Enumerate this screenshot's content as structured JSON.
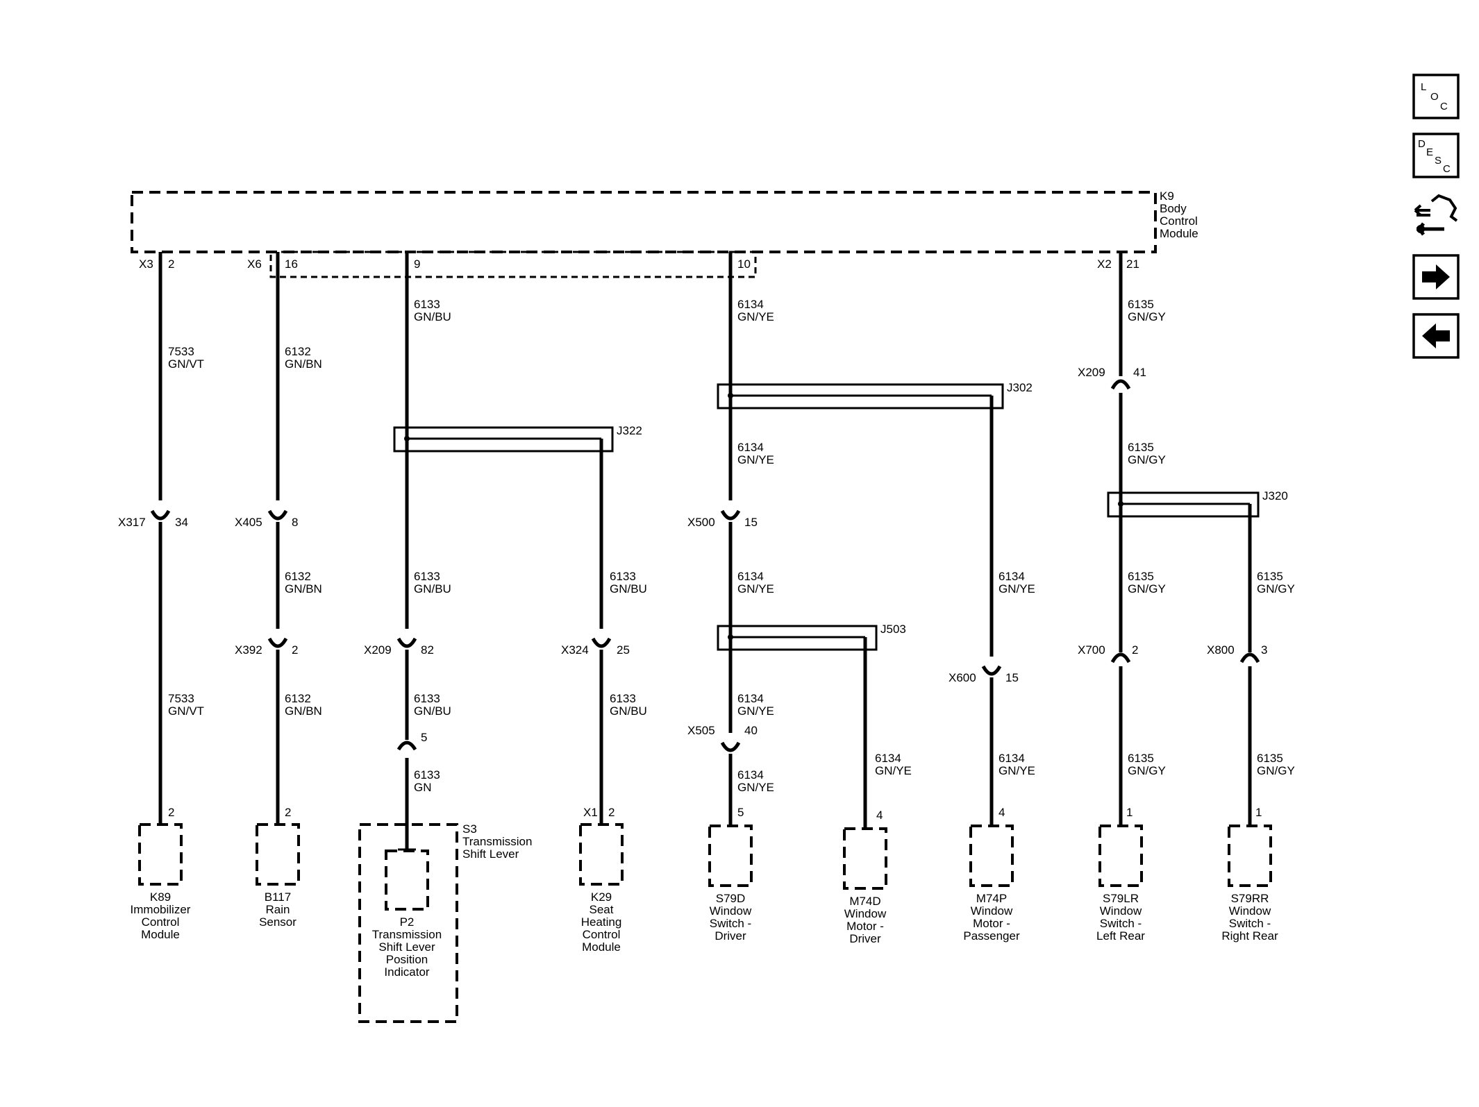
{
  "nav": {
    "loc": [
      "L",
      "O",
      "C"
    ],
    "desc": [
      "D",
      "E",
      "S",
      "C"
    ]
  },
  "module": {
    "id": "K9",
    "name": [
      "Body",
      "Control",
      "Module"
    ]
  },
  "pins": {
    "k9_x3_conn": "X3",
    "k9_x3_pin": "2",
    "k9_x6_conn": "X6",
    "k9_x6_pin": "16",
    "k9_pin9": "9",
    "k9_pin10": "10",
    "k9_x2_conn": "X2",
    "k9_x2_pin": "21"
  },
  "wires": {
    "w7533": [
      "7533",
      "GN/VT"
    ],
    "w6132": [
      "6132",
      "GN/BN"
    ],
    "w6133": [
      "6133",
      "GN/BU"
    ],
    "w6133gn": [
      "6133",
      "GN"
    ],
    "w6134": [
      "6134",
      "GN/YE"
    ],
    "w6135": [
      "6135",
      "GN/GY"
    ]
  },
  "splices": {
    "j322": "J322",
    "j302": "J302",
    "j503": "J503",
    "j320": "J320"
  },
  "inline": {
    "x317": "X317",
    "x317_pin": "34",
    "x405": "X405",
    "x405_pin": "8",
    "x392": "X392",
    "x392_pin": "2",
    "x209a": "X209",
    "x209a_pin": "82",
    "s3_pin": "5",
    "x324": "X324",
    "x324_pin": "25",
    "x500": "X500",
    "x500_pin": "15",
    "x505": "X505",
    "x505_pin": "40",
    "x600": "X600",
    "x600_pin": "15",
    "x209b": "X209",
    "x209b_pin": "41",
    "x700": "X700",
    "x700_pin": "2",
    "x800": "X800",
    "x800_pin": "3"
  },
  "components": {
    "k89": {
      "pin": "2",
      "name": [
        "K89",
        "Immobilizer",
        "Control",
        "Module"
      ]
    },
    "b117": {
      "pin": "2",
      "name": [
        "B117",
        "Rain",
        "Sensor"
      ]
    },
    "s3": {
      "name": [
        "S3",
        "Transmission",
        "Shift Lever"
      ]
    },
    "p2": {
      "name": [
        "P2",
        "Transmission",
        "Shift Lever",
        "Position",
        "Indicator"
      ]
    },
    "k29": {
      "conn": "X1",
      "pin": "2",
      "name": [
        "K29",
        "Seat",
        "Heating",
        "Control",
        "Module"
      ]
    },
    "s79d": {
      "pin": "5",
      "name": [
        "S79D",
        "Window",
        "Switch -",
        "Driver"
      ]
    },
    "m74d": {
      "pin": "4",
      "name": [
        "M74D",
        "Window",
        "Motor -",
        "Driver"
      ]
    },
    "m74p": {
      "pin": "4",
      "name": [
        "M74P",
        "Window",
        "Motor -",
        "Passenger"
      ]
    },
    "s79lr": {
      "pin": "1",
      "name": [
        "S79LR",
        "Window",
        "Switch -",
        "Left Rear"
      ]
    },
    "s79rr": {
      "pin": "1",
      "name": [
        "S79RR",
        "Window",
        "Switch -",
        "Right Rear"
      ]
    }
  }
}
